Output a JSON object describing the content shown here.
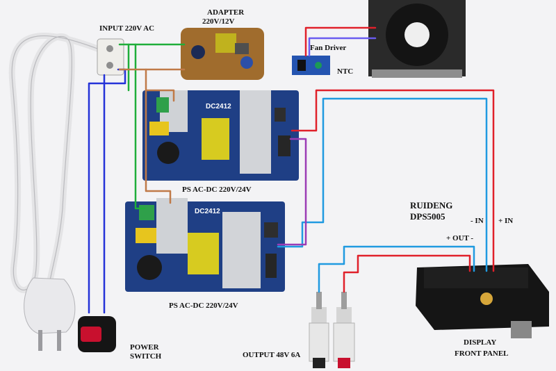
{
  "labels": {
    "adapter": "ADAPTER",
    "adapter_spec": "220V/12V",
    "input": "INPUT 220V AC",
    "fan_driver": "Fan Driver",
    "ntc": "NTC",
    "psu_top": "PS AC-DC 220V/24V",
    "psu_bottom": "PS AC-DC 220V/24V",
    "psu_model_top": "DC2412",
    "psu_model_bottom": "DC2412",
    "module_brand": "RUIDENG",
    "module_model": "DPS5005",
    "in_minus": "- IN",
    "in_plus": "+ IN",
    "out": "+ OUT -",
    "power": "POWER",
    "switch": "SWITCH",
    "output": "OUTPUT 48V 6A",
    "display": "DISPLAY",
    "front_panel": "FRONT PANEL"
  },
  "colors": {
    "wire_red": "#e0202a",
    "wire_blue": "#1f9ae0",
    "wire_purple": "#9b3bb5",
    "wire_green": "#1fae3a",
    "wire_navy": "#2432d8",
    "wire_brown": "#c07a48",
    "pcb_blue": "#1d3f88"
  }
}
